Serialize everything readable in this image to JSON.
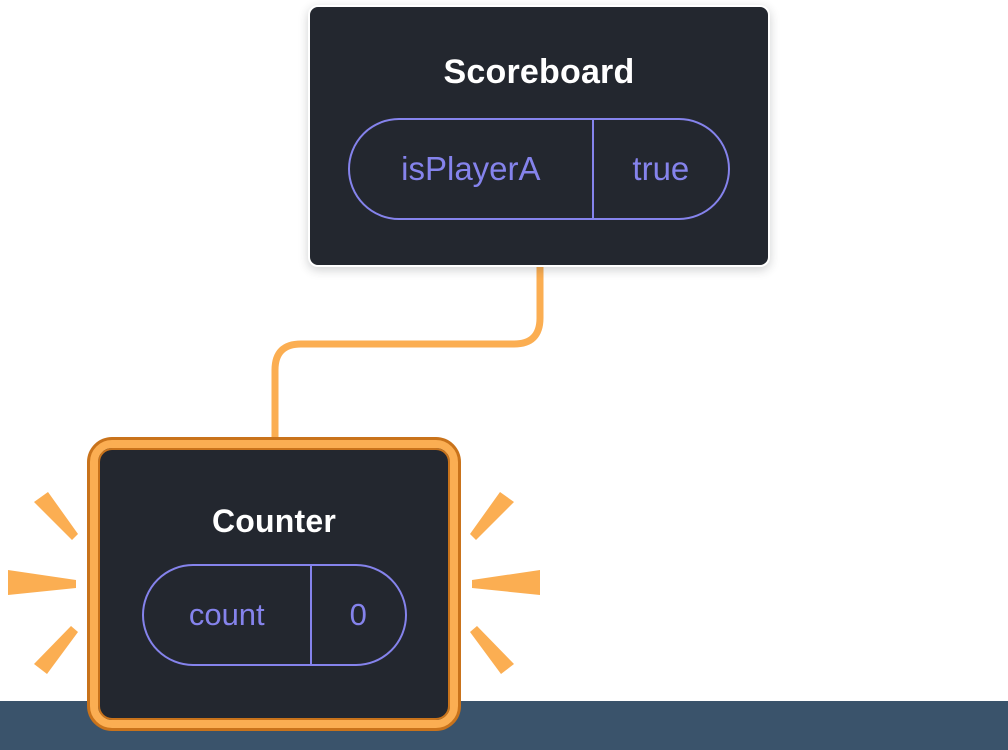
{
  "scoreboard": {
    "title": "Scoreboard",
    "state": {
      "label": "isPlayerA",
      "value": "true"
    }
  },
  "counter": {
    "title": "Counter",
    "state": {
      "label": "count",
      "value": "0"
    }
  },
  "colors": {
    "card_bg": "#23272F",
    "card_border": "#FFFFFF",
    "title_text": "#FFFFFF",
    "pill_accent": "#8583EC",
    "highlight_orange": "#FBAE52",
    "highlight_orange_dark": "#C9731B",
    "bottom_band": "#3A536B"
  }
}
